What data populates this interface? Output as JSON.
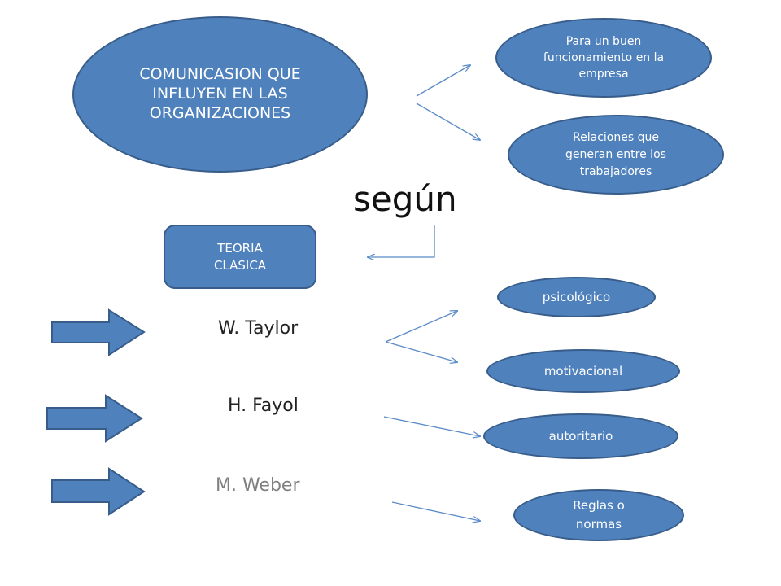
{
  "main_topic": "COMUNICASION QUE INFLUYEN EN LAS ORGANIZACIONES",
  "purposes": [
    "Para un buen funcionamiento en la empresa",
    "Relaciones que generan entre los trabajadores"
  ],
  "connector_word": "según",
  "theory": "TEORIA CLASICA",
  "authors": [
    {
      "name": "W. Taylor",
      "color": "#222222"
    },
    {
      "name": "H. Fayol",
      "color": "#222222"
    },
    {
      "name": "M. Weber",
      "color": "#7f7f7f"
    }
  ],
  "traits": [
    "psicológico",
    "motivacional",
    "autoritario",
    "Reglas o normas"
  ],
  "colors": {
    "fill": "#4f81bd",
    "border": "#385d8a",
    "connector": "#5b8bc7",
    "arrow_fill": "#4f81bd"
  }
}
